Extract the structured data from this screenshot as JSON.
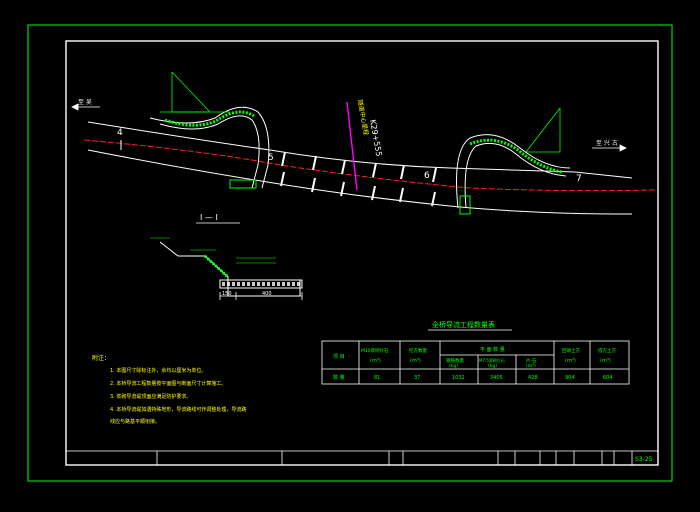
{
  "colors": {
    "background": "#000000",
    "outer_frame": "#00ff00",
    "inner_frame": "#ffffff",
    "road": "#ffffff",
    "centerline": "#ff2020",
    "marker": "#ff00ff",
    "hatch": "#00ff00",
    "annotation": "#00ff00",
    "table_text": "#00ff00",
    "notes_text": "#ffff00",
    "dimension": "#00ff00"
  },
  "icons": {
    "left_arrow": "left-arrow-icon",
    "right_arrow": "right-arrow-icon",
    "north_mark": "triangle-dimension-icon"
  },
  "plan": {
    "left_direction_label": "至 吴",
    "right_direction_label": "至 兴 古",
    "station_label": "K29+555",
    "marker_label": "隧道中心里程",
    "section_numbers": [
      "4",
      "5",
      "6",
      "7"
    ]
  },
  "section_detail": {
    "title": "I — I",
    "dim_1": "150",
    "dim_2": "400"
  },
  "table": {
    "title": "全桥导流工程数量表",
    "headers": [
      "项 目",
      "M10浆砌片石",
      "挖方数量",
      "平 面 数 量",
      "回填土方",
      "借方土方"
    ],
    "header_units": [
      "",
      "(m³)",
      "(m³)",
      "",
      "(m³)",
      "(m³)"
    ],
    "sub_headers": [
      "钢筋数量",
      "M7.5浆砌片石",
      "片 石"
    ],
    "sub_units": [
      "(kg)",
      "(kg)",
      "(m³)"
    ],
    "row_label": "数 量",
    "row_values": [
      "81",
      "37",
      "1032",
      "3405",
      "428",
      "904",
      "604"
    ]
  },
  "notes": {
    "title": "附注：",
    "items": [
      "1. 本图尺寸除标注外，余均以厘米为单位。",
      "2. 本桥导流工程数量按平面图与断面尺寸计算施工。",
      "3. 浆砌导流堤顶面应满足防护要求。",
      "4. 本桥导流堤如遇特殊地形，导流路线可作调整处理，导流路",
      "   线应与路基平顺衔接。"
    ]
  },
  "title_block": {
    "sheet_no": "S3-25"
  }
}
